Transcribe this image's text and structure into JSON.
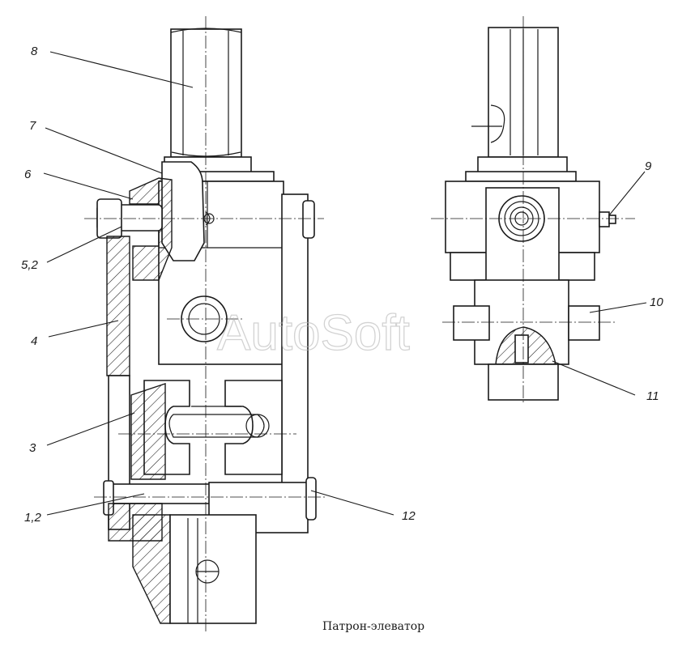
{
  "caption": "Патрон-элеватор",
  "watermark": "AutoSoft",
  "callouts": [
    {
      "id": "c8",
      "label": "8"
    },
    {
      "id": "c7",
      "label": "7"
    },
    {
      "id": "c6",
      "label": "6"
    },
    {
      "id": "c52",
      "label": "5,2"
    },
    {
      "id": "c4",
      "label": "4"
    },
    {
      "id": "c3",
      "label": "3"
    },
    {
      "id": "c12a",
      "label": "1,2"
    },
    {
      "id": "c12b",
      "label": "12"
    },
    {
      "id": "c9",
      "label": "9"
    },
    {
      "id": "c10",
      "label": "10"
    },
    {
      "id": "c11",
      "label": "11"
    }
  ]
}
